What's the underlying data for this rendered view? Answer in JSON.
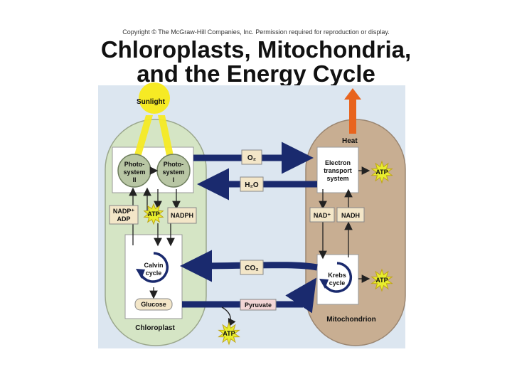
{
  "header": {
    "copyright": "Copyright © The McGraw-Hill Companies, Inc. Permission required for reproduction or display.",
    "title_line1": "Chloroplasts, Mitochondria,",
    "title_line2": "and the Energy Cycle"
  },
  "labels": {
    "sunlight": "Sunlight",
    "heat": "Heat",
    "o2": "O₂",
    "h2o": "H₂O",
    "co2": "CO₂",
    "pyruvate": "Pyruvate",
    "photosystem2": [
      "Photo-",
      "system",
      "II"
    ],
    "photosystem1": [
      "Photo-",
      "system",
      "I"
    ],
    "electron_transport": [
      "Electron",
      "transport",
      "system"
    ],
    "nadp_plus": "NADP⁺",
    "adp": "ADP",
    "nadph": "NADPH",
    "nad_plus": "NAD⁺",
    "nadh": "NADH",
    "atp": "ATP",
    "calvin_cycle": [
      "Calvin",
      "cycle"
    ],
    "krebs_cycle": [
      "Krebs",
      "cycle"
    ],
    "glucose": "Glucose",
    "chloroplast": "Chloroplast",
    "mitochondrion": "Mitochondrion"
  },
  "colors": {
    "background_panel": "#dce6f0",
    "chloroplast_fill": "#d5e5c5",
    "mitochondrion_fill": "#c8ae92",
    "arrow_navy": "#1a2a6e",
    "sun_yellow": "#f6ea24",
    "heat_orange": "#e8641e",
    "atp_star": "#e8ed2e",
    "label_box": "#f3e6c8",
    "pyruvate_box": "#f2d6d6"
  }
}
